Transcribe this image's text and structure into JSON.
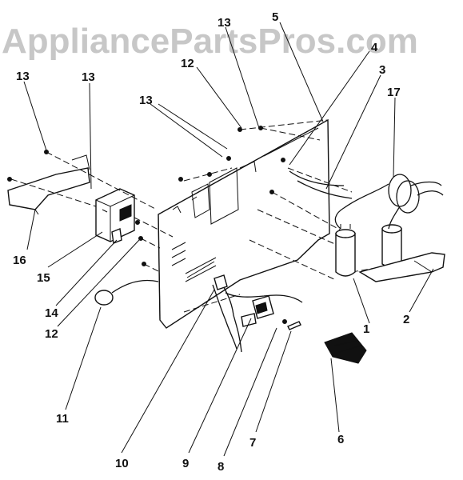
{
  "watermark": "AppliancePartsPros.com",
  "callouts": [
    {
      "id": "c13a",
      "text": "13"
    },
    {
      "id": "c13b",
      "text": "13"
    },
    {
      "id": "c13c",
      "text": "13"
    },
    {
      "id": "c13d",
      "text": "13"
    },
    {
      "id": "c12a",
      "text": "12"
    },
    {
      "id": "c5",
      "text": "5"
    },
    {
      "id": "c4",
      "text": "4"
    },
    {
      "id": "c3",
      "text": "3"
    },
    {
      "id": "c17",
      "text": "17"
    },
    {
      "id": "c16",
      "text": "16"
    },
    {
      "id": "c15",
      "text": "15"
    },
    {
      "id": "c14",
      "text": "14"
    },
    {
      "id": "c12b",
      "text": "12"
    },
    {
      "id": "c1",
      "text": "1"
    },
    {
      "id": "c2",
      "text": "2"
    },
    {
      "id": "c11",
      "text": "11"
    },
    {
      "id": "c6",
      "text": "6"
    },
    {
      "id": "c10",
      "text": "10"
    },
    {
      "id": "c9",
      "text": "9"
    },
    {
      "id": "c8",
      "text": "8"
    },
    {
      "id": "c7",
      "text": "7"
    }
  ]
}
